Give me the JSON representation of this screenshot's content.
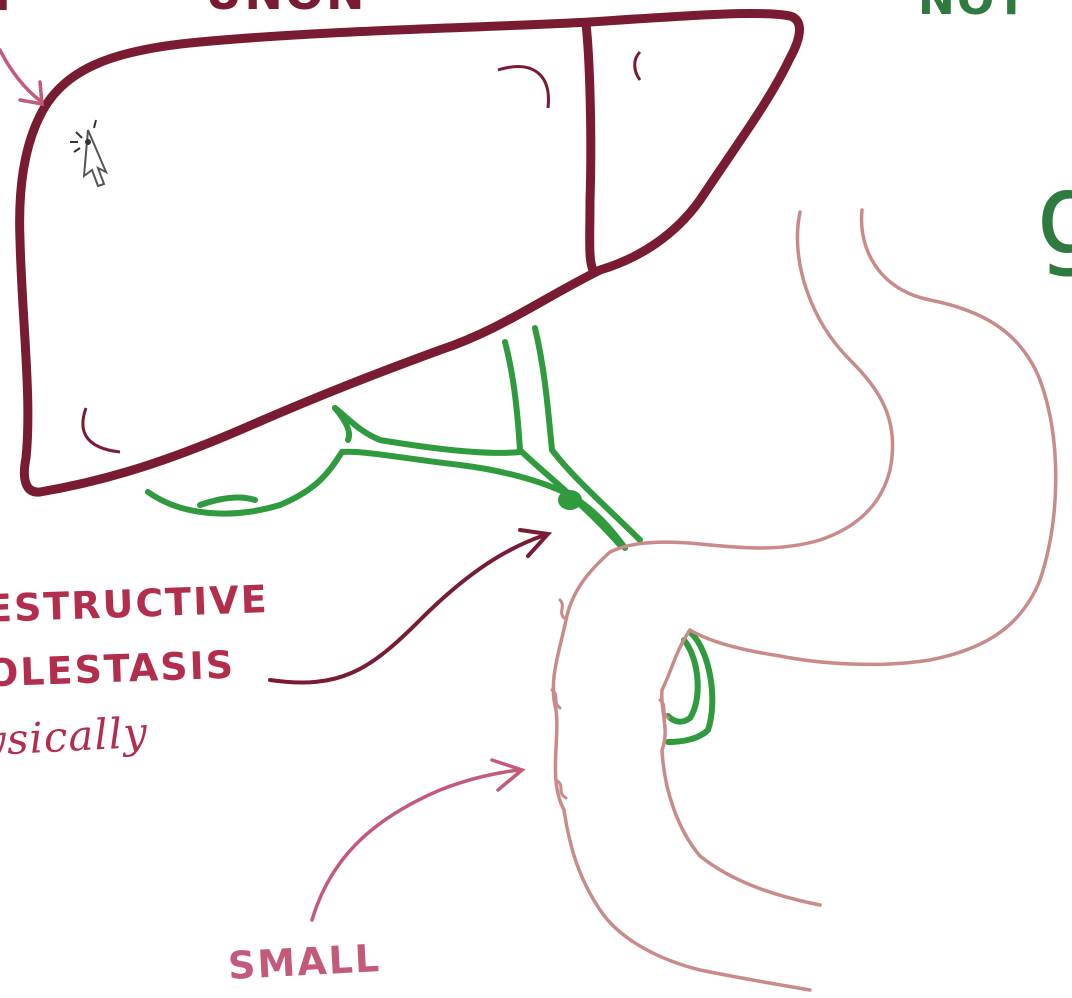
{
  "colors": {
    "liver": "#7a1b34",
    "bile_duct": "#2f9a3e",
    "bowel": "#c98a8a",
    "label_red": "#b22e4c",
    "label_pink": "#c25a78",
    "label_dark": "#7a1b34",
    "label_green": "#2f7a3e"
  },
  "labels": {
    "top_left": "IF",
    "top_middle": "UNON",
    "top_right": "NOT",
    "right_letter": "g",
    "obstructive_line1": "ESTRUCTIVE",
    "obstructive_line2": "OLESTASIS",
    "physically": "ysically",
    "small": "SMALL"
  },
  "icons": [
    "cursor-icon",
    "arrow-icon"
  ]
}
